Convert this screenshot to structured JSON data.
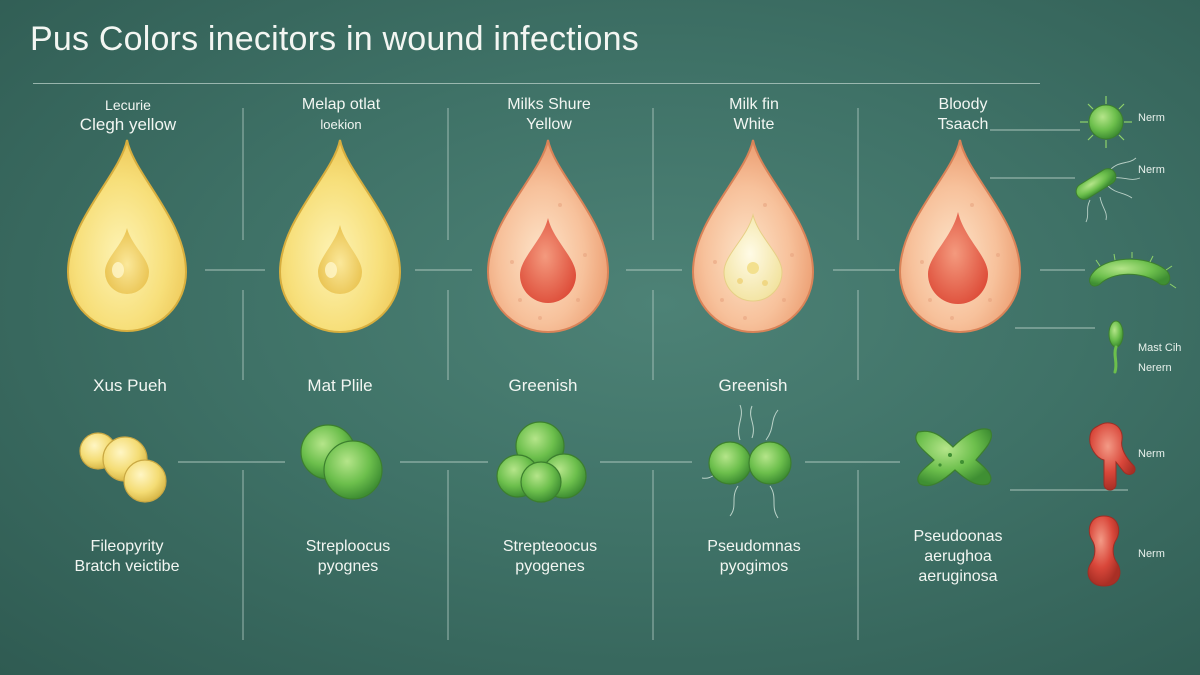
{
  "title": "Pus Colors inecitors in wound infections",
  "columns": [
    {
      "top_line1": "Lecurie",
      "top_line2": "Clegh yellow",
      "mid": "Xus Pueh",
      "bottom_line1": "Fileopyrity",
      "bottom_line2": "Bratch veictibe"
    },
    {
      "top_line1": "Melap otlat",
      "top_line2": "loekion",
      "mid": "Mat Plile",
      "bottom_line1": "Streploocus",
      "bottom_line2": "pyognes"
    },
    {
      "top_line1": "Milks Shure",
      "top_line2": "Yellow",
      "mid": "Greenish",
      "bottom_line1": "Strepteoocus",
      "bottom_line2": "pyogenes"
    },
    {
      "top_line1": "Milk fin",
      "top_line2": "White",
      "mid": "Greenish",
      "bottom_line1": "Pseudomnas",
      "bottom_line2": "pyogimos"
    },
    {
      "top_line1": "Bloody",
      "top_line2": "Tsaach",
      "mid": "",
      "bottom_line1": "Pseudoonas",
      "bottom_line2": "aerughoa",
      "bottom_line3": "aeruginosa"
    }
  ],
  "side_labels": [
    "Nerm",
    "Nerm",
    "Mast Cih",
    "Nerern",
    "Nerm",
    "Nerm"
  ],
  "colors": {
    "drop_yellow": "#f7df7a",
    "drop_orange": "#f3a47e",
    "blood_red": "#e2553f",
    "germ_green": "#6cbf4c",
    "germ_red": "#d9473a",
    "coccus_yellow": "#f4dc74"
  },
  "icons": [
    "pus-drop-icon",
    "bacteria-cluster-icon",
    "rod-bacterium-icon",
    "spiky-germ-icon",
    "red-germ-icon"
  ]
}
